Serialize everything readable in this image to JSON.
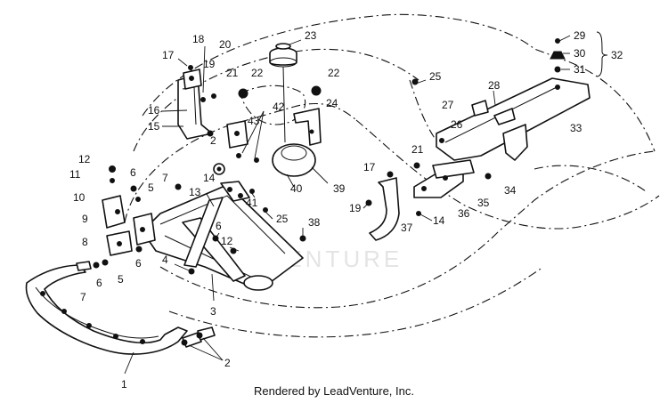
{
  "footer": {
    "text": "Rendered by LeadVenture, Inc."
  },
  "watermark": {
    "text": "VENTURE"
  },
  "callouts": [
    {
      "id": "1",
      "text": "1"
    },
    {
      "id": "2a",
      "text": "2"
    },
    {
      "id": "2b",
      "text": "2"
    },
    {
      "id": "3",
      "text": "3"
    },
    {
      "id": "4",
      "text": "4"
    },
    {
      "id": "5a",
      "text": "5"
    },
    {
      "id": "5b",
      "text": "5"
    },
    {
      "id": "6a",
      "text": "6"
    },
    {
      "id": "6b",
      "text": "6"
    },
    {
      "id": "6c",
      "text": "6"
    },
    {
      "id": "6d",
      "text": "6"
    },
    {
      "id": "7a",
      "text": "7"
    },
    {
      "id": "7b",
      "text": "7"
    },
    {
      "id": "8",
      "text": "8"
    },
    {
      "id": "9",
      "text": "9"
    },
    {
      "id": "10",
      "text": "10"
    },
    {
      "id": "11",
      "text": "11"
    },
    {
      "id": "12a",
      "text": "12"
    },
    {
      "id": "12b",
      "text": "12"
    },
    {
      "id": "13",
      "text": "13"
    },
    {
      "id": "14a",
      "text": "14"
    },
    {
      "id": "14b",
      "text": "14"
    },
    {
      "id": "15",
      "text": "15"
    },
    {
      "id": "16",
      "text": "16"
    },
    {
      "id": "17a",
      "text": "17"
    },
    {
      "id": "17b",
      "text": "17"
    },
    {
      "id": "18",
      "text": "18"
    },
    {
      "id": "19a",
      "text": "19"
    },
    {
      "id": "19b",
      "text": "19"
    },
    {
      "id": "20",
      "text": "20"
    },
    {
      "id": "21a",
      "text": "21"
    },
    {
      "id": "21b",
      "text": "21"
    },
    {
      "id": "22a",
      "text": "22"
    },
    {
      "id": "22b",
      "text": "22"
    },
    {
      "id": "23",
      "text": "23"
    },
    {
      "id": "24",
      "text": "24"
    },
    {
      "id": "25a",
      "text": "25"
    },
    {
      "id": "25b",
      "text": "25"
    },
    {
      "id": "26",
      "text": "26"
    },
    {
      "id": "27",
      "text": "27"
    },
    {
      "id": "28",
      "text": "28"
    },
    {
      "id": "29",
      "text": "29"
    },
    {
      "id": "30",
      "text": "30"
    },
    {
      "id": "31",
      "text": "31"
    },
    {
      "id": "32",
      "text": "32"
    },
    {
      "id": "33",
      "text": "33"
    },
    {
      "id": "34",
      "text": "34"
    },
    {
      "id": "35",
      "text": "35"
    },
    {
      "id": "36",
      "text": "36"
    },
    {
      "id": "37",
      "text": "37"
    },
    {
      "id": "38",
      "text": "38"
    },
    {
      "id": "39",
      "text": "39"
    },
    {
      "id": "40",
      "text": "40"
    },
    {
      "id": "41",
      "text": "41"
    },
    {
      "id": "42",
      "text": "42"
    },
    {
      "id": "43",
      "text": "43"
    },
    {
      "id": "2c",
      "text": "2"
    }
  ]
}
